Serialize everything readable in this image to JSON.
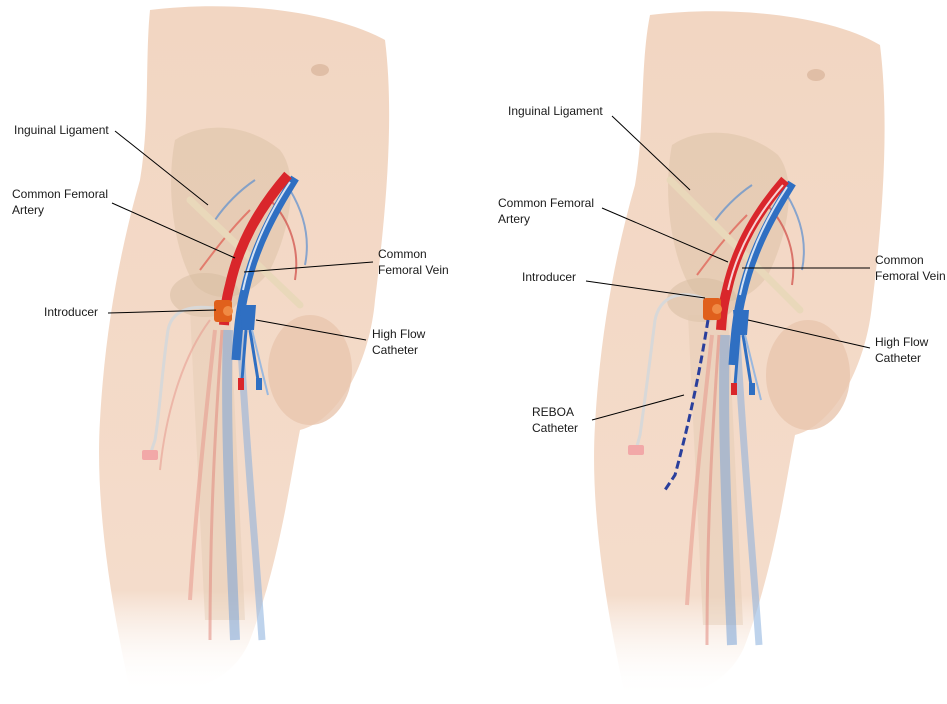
{
  "left_panel": {
    "labels": {
      "inguinal_ligament": "Inguinal Ligament",
      "common_femoral_artery": [
        "Common Femoral",
        "Artery"
      ],
      "common_femoral_vein": [
        "Common",
        "Femoral Vein"
      ],
      "introducer": "Introducer",
      "high_flow_catheter": [
        "High Flow",
        "Catheter"
      ]
    }
  },
  "right_panel": {
    "labels": {
      "inguinal_ligament": "Inguinal Ligament",
      "common_femoral_artery": [
        "Common Femoral",
        "Artery"
      ],
      "common_femoral_vein": [
        "Common",
        "Femoral Vein"
      ],
      "introducer": "Introducer",
      "high_flow_catheter": [
        "High Flow",
        "Catheter"
      ],
      "reboa_catheter": [
        "REBOA",
        "Catheter"
      ]
    }
  },
  "colors": {
    "skin": "#f3d9c6",
    "skin_shadow": "#e5c0a6",
    "bone": "#d9c2a8",
    "ligament": "#e8d7b8",
    "artery": "#d9262b",
    "vein": "#2f6fc2",
    "introducer": "#e0601c",
    "reboa": "#2a3f9c"
  }
}
